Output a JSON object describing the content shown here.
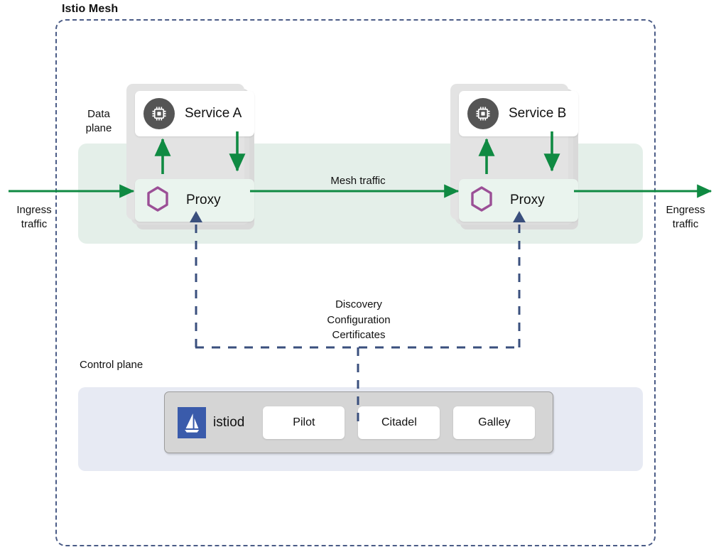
{
  "diagram": {
    "title": "Istio Mesh",
    "data_plane_label": "Data\nplane",
    "data_plane_label_line1": "Data",
    "data_plane_label_line2": "plane",
    "control_plane_label": "Control plane"
  },
  "traffic": {
    "ingress_line1": "Ingress",
    "ingress_line2": "traffic",
    "egress_line1": "Engress",
    "egress_line2": "traffic",
    "mesh": "Mesh traffic"
  },
  "xds": {
    "line1": "Discovery",
    "line2": "Configuration",
    "line3": "Certificates"
  },
  "services": [
    {
      "name": "Service A",
      "icon": "cpu-chip-icon",
      "proxy_label": "Proxy",
      "proxy_icon": "hexagon-envoy-icon"
    },
    {
      "name": "Service B",
      "icon": "cpu-chip-icon",
      "proxy_label": "Proxy",
      "proxy_icon": "hexagon-envoy-icon"
    }
  ],
  "control_plane": {
    "istiod_name": "istiod",
    "istiod_logo": "istio-sailboat-logo",
    "components": [
      {
        "label": "Pilot"
      },
      {
        "label": "Citadel"
      },
      {
        "label": "Galley"
      }
    ]
  },
  "colors": {
    "traffic_green": "#0f8a42",
    "mesh_boundary_blue": "#4a5b86",
    "xds_blue": "#3a4f7d",
    "data_plane_green_band": "#e4efe9",
    "control_plane_lavender": "#e7eaf3",
    "proxy_hexagon_purple": "#9b4f96",
    "service_icon_gray": "#555555",
    "istio_logo_blue": "#3a5bab"
  }
}
